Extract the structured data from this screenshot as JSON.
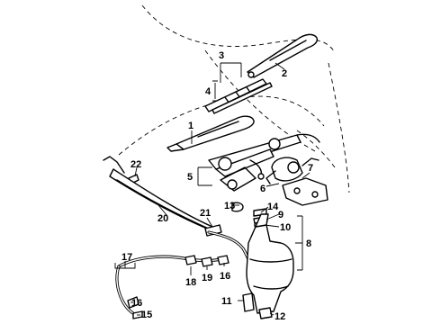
{
  "callouts": {
    "c1": "1",
    "c2": "2",
    "c3": "3",
    "c4": "4",
    "c5": "5",
    "c6": "6",
    "c7": "7",
    "c8": "8",
    "c9": "9",
    "c10": "10",
    "c11": "11",
    "c12": "12",
    "c13": "13",
    "c14": "14",
    "c15": "15",
    "c16a": "16",
    "c16b": "16",
    "c17": "17",
    "c18": "18",
    "c19": "19",
    "c20": "20",
    "c21": "21",
    "c22": "22"
  }
}
